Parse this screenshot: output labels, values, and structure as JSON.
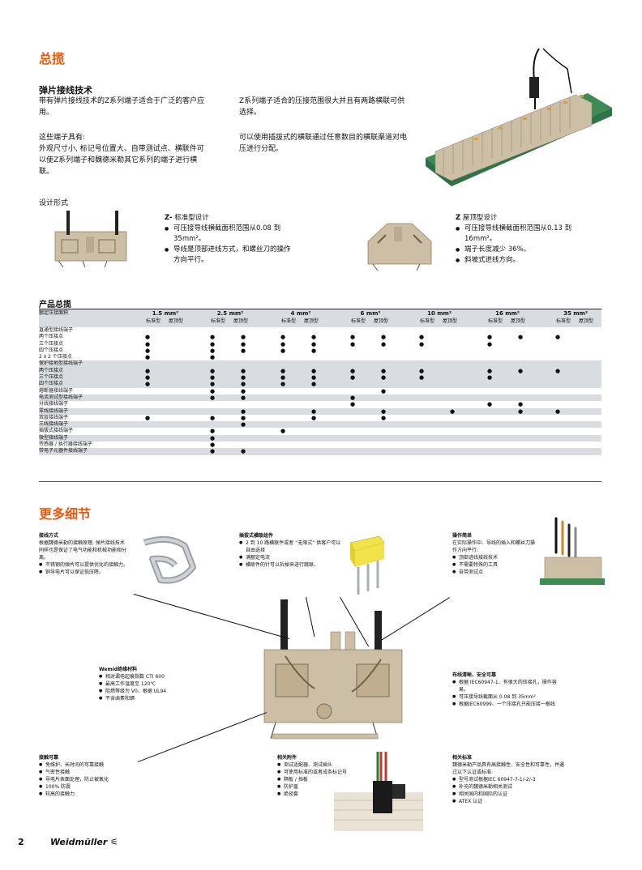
{
  "overview": {
    "heading": "总揽",
    "spring_title": "弹片接线技术",
    "para1": "带有弹片接线技术的Z系列端子适合于广泛的客户应用。",
    "para2": "这些端子具有:",
    "para3": "外观尺寸小, 标记号位置大、自带测试点、横联件可以使Z系列端子和魏德米勒其它系列的端子进行横联。",
    "para4": "Z系列端子适合的压接范围很大并且有两路横联可供选择。",
    "para5": "可以使用插拔式的横联通过任意数目的横联渠道对电压进行分配。"
  },
  "design": {
    "heading": "设计形式",
    "standard_prefix": "Z-",
    "standard_title": "标准型设计",
    "standard_bullets": [
      "可压接导线横截面积范围从0.08 到 35mm²。",
      "导线是顶部进线方式，和螺丝刀的操作方向平行。"
    ],
    "roof_prefix": "Z",
    "roof_title": "屋顶型设计",
    "roof_bullets": [
      "可压接导线横截面积范围从0.13 到 16mm²。",
      "端子长度减少 36%。",
      "斜坡式进线方向。"
    ]
  },
  "product_table": {
    "title": "产品总揽",
    "header_label": "额定压接面积",
    "sizes": [
      "1.5 mm²",
      "2.5 mm²",
      "4 mm²",
      "6 mm²",
      "10 mm²",
      "16 mm²",
      "35 mm²"
    ],
    "sub_std": "标准型",
    "sub_roof": "屋顶型",
    "rows": [
      {
        "label": "直通型接线端子",
        "g": false,
        "dots": []
      },
      {
        "label": "两个压接点",
        "g": false,
        "dots": [
          0,
          2,
          3,
          4,
          5,
          6,
          7,
          8,
          10,
          11,
          12
        ]
      },
      {
        "label": "三个压接点",
        "g": false,
        "dots": [
          0,
          2,
          3,
          4,
          5,
          6,
          7,
          8,
          10
        ]
      },
      {
        "label": "四个压接点",
        "g": false,
        "dots": [
          0,
          2,
          3,
          4,
          5
        ]
      },
      {
        "label": "2 x 2 个压接点",
        "g": false,
        "dots": [
          0,
          2
        ]
      },
      {
        "label": "保护接地型接线端子",
        "g": true,
        "dots": []
      },
      {
        "label": "两个压接点",
        "g": true,
        "dots": [
          0,
          2,
          3,
          4,
          5,
          6,
          7,
          8,
          10,
          11,
          12
        ]
      },
      {
        "label": "三个压接点",
        "g": true,
        "dots": [
          0,
          2,
          3,
          4,
          5,
          6,
          7,
          8,
          10
        ]
      },
      {
        "label": "四个压接点",
        "g": true,
        "dots": [
          0,
          2,
          3,
          4,
          5
        ]
      },
      {
        "label": "熔断器接线端子",
        "g": false,
        "dots": [
          2,
          3,
          7
        ]
      },
      {
        "label": "电流测试型接线端子",
        "g": true,
        "dots": [
          2,
          3,
          6
        ]
      },
      {
        "label": "分线接线端子",
        "g": false,
        "dots": [
          6,
          10,
          11
        ]
      },
      {
        "label": "零线接线端子",
        "g": true,
        "dots": [
          3,
          5,
          7,
          9,
          11,
          12
        ]
      },
      {
        "label": "双层接线端子",
        "g": false,
        "dots": [
          0,
          2,
          3,
          5,
          7
        ]
      },
      {
        "label": "三线接线端子",
        "g": true,
        "dots": [
          3
        ]
      },
      {
        "label": "插拔式接线端子",
        "g": false,
        "dots": [
          2,
          4
        ]
      },
      {
        "label": "微型接线端子",
        "g": true,
        "dots": [
          2
        ]
      },
      {
        "label": "传感器 / 执行器接线端子",
        "g": false,
        "dots": [
          2
        ]
      },
      {
        "label": "带电子元器件接线端子",
        "g": true,
        "dots": [
          2,
          3
        ]
      }
    ],
    "dot": "●"
  },
  "details": {
    "heading": "更多细节",
    "connection": {
      "title": "接线方式",
      "text": "根据魏德米勒的接触原理, 弹片接线技术同样也是保证了电气功能和机械功能相分离。",
      "bullets": [
        "不锈钢的弹片可以提供优化的接触力。",
        "铜导电片可以保证低压降。"
      ]
    },
    "crossconn": {
      "title": "插拔式横联组件",
      "bullets": [
        "2 到 10 路横联件或者 “无限式” 供客户可以自由选择",
        "满额定电流",
        "横联件的针可以拆掉来进行跳联。"
      ]
    },
    "operation": {
      "title": "操作简单",
      "text": "在实际操作中、导线的插入和螺丝刀操作方向平行:",
      "bullets": [
        "顶部进线接线技术",
        "不需要特殊的工具",
        "自带测试点"
      ]
    },
    "wemid": {
      "title": "Wemid绝缘材料",
      "bullets": [
        "相对漏电起痕指数 CTI 600",
        "最高工作温度至 120℃",
        "阻燃等级为 V0、根据 UL94",
        "不含卤素和镉"
      ]
    },
    "wiring": {
      "title": "布线清晰、安全可靠",
      "bullets": [
        "根据 IEC60947-1、有很大的压接孔，操作容易。",
        "可压接导线截面从 0.08 到 35mm²",
        "根据IEC60999、一个压接孔只能压接一根线"
      ]
    },
    "contact": {
      "title": "接触可靠",
      "bullets": [
        "免维护、长时间的可靠接触",
        "气密性接触",
        "导电片表面处理，防止被氧化",
        "100% 防震",
        "较高的接触力"
      ]
    },
    "accessories": {
      "title": "相关附件",
      "bullets": [
        "测试适配器、测试插头",
        "可使用标准的或者成条标记号",
        "隔板 / 挡板",
        "防护盖",
        "绝径套"
      ]
    },
    "standards": {
      "title": "相关标准",
      "text": "魏德米勒产品具有高接触性、安全性和可靠性，并通过以下认证或标准:",
      "bullets": [
        "型号测试根据IEC 60947-7-1/-2/-3",
        "补充的魏德米勒相关测试",
        "相关国内和国际的认证",
        "ATEX 认证"
      ]
    }
  },
  "footer": {
    "page": "2",
    "brand": "Weidmüller"
  },
  "colors": {
    "accent": "#e35b12",
    "table_grey": "#d9dde1",
    "terminal_beige": "#cdbfa6",
    "terminal_green": "#3d8a55",
    "crossbar_yellow": "#f2e24a"
  }
}
